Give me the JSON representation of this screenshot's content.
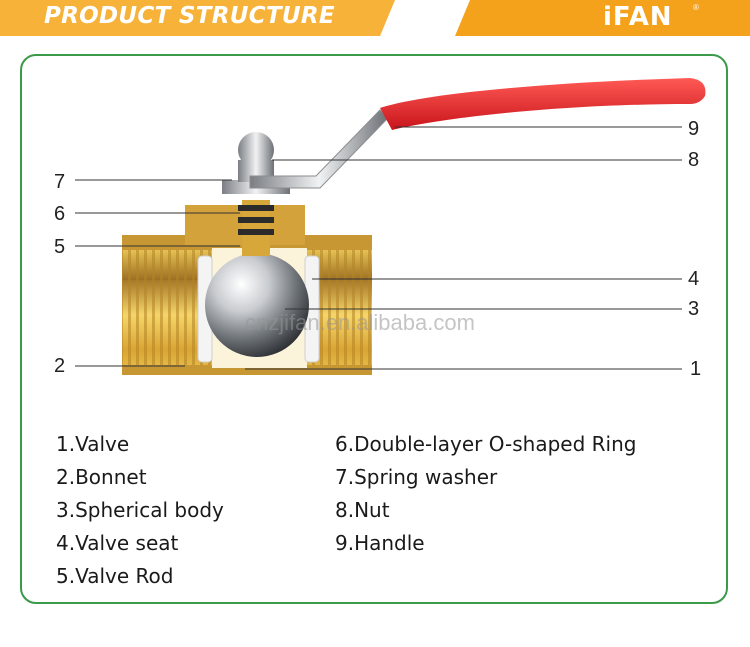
{
  "header": {
    "title": "PRODUCT STRUCTURE",
    "brand": "iFAN",
    "brand_mark": "®"
  },
  "watermark": "cnzjifan.en.alibaba.com",
  "callouts": [
    "1",
    "2",
    "3",
    "4",
    "5",
    "6",
    "7",
    "8",
    "9"
  ],
  "legend": [
    "1.Valve",
    "2.Bonnet",
    "3.Spherical body",
    "4.Valve seat",
    "5.Valve Rod",
    "6.Double-layer O-shaped Ring",
    "7.Spring washer",
    "8.Nut",
    "9.Handle"
  ],
  "colors": {
    "header_orange": "#f4a21b",
    "panel_border": "#3a9a48",
    "handle_red": "#e8262d",
    "brass": "#e8b63a"
  }
}
